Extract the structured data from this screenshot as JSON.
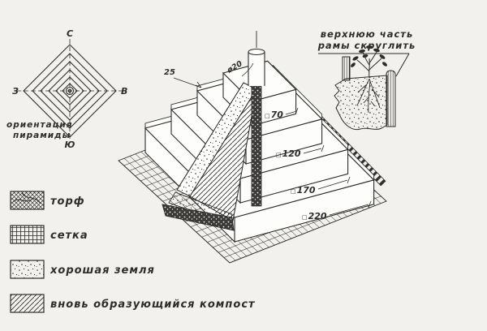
{
  "page": {
    "background": "#f2f1ed",
    "ink": "#2e2d2b"
  },
  "compass": {
    "north": "С",
    "east": "В",
    "south": "Ю",
    "west": "З",
    "caption_line1": "ориентация",
    "caption_line2": "пирамиды"
  },
  "legend": {
    "items": [
      {
        "label": "торф",
        "pattern": "peat"
      },
      {
        "label": "сетка",
        "pattern": "mesh"
      },
      {
        "label": "хорошая земля",
        "pattern": "good-soil"
      },
      {
        "label": "вновь образующийся компост",
        "pattern": "compost"
      }
    ]
  },
  "pyramid": {
    "dims": {
      "step_height": "25",
      "pole_diameter": "ø20",
      "square_symbol": "□",
      "tiers": [
        "70",
        "120",
        "170",
        "220"
      ]
    }
  },
  "detail_note": {
    "line1": "верхнюю часть",
    "line2": "рамы скруглить"
  }
}
